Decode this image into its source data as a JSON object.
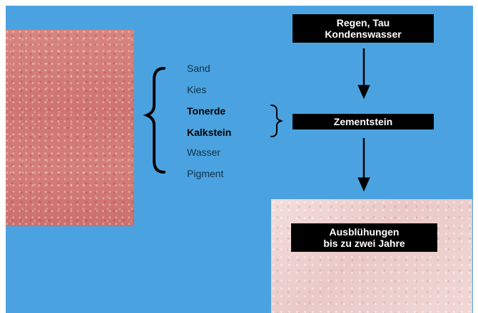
{
  "ingredients": {
    "sand": "Sand",
    "kies": "Kies",
    "tonerde": "Tonerde",
    "kalkstein": "Kalkstein",
    "wasser": "Wasser",
    "pigment": "Pigment"
  },
  "boxes": {
    "top_line1": "Regen, Tau",
    "top_line2": "Kondenswasser",
    "middle": "Zementstein",
    "bottom_line1": "Ausblühungen",
    "bottom_line2": "bis zu zwei Jahre"
  },
  "colors": {
    "background": "#4aa3e0",
    "box": "#000000",
    "box_text": "#ffffff"
  }
}
